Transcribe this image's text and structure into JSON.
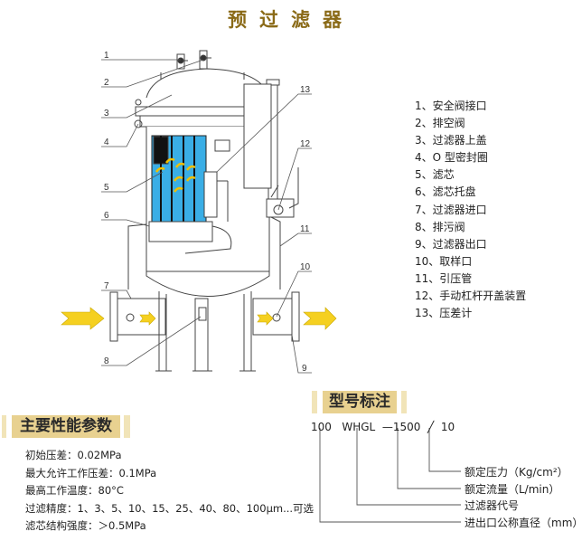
{
  "title": "预过滤器",
  "callout_numbers": [
    "1",
    "2",
    "3",
    "4",
    "5",
    "6",
    "7",
    "8",
    "9",
    "10",
    "11",
    "12",
    "13"
  ],
  "legend": [
    "1、安全阀接口",
    "2、排空阀",
    "3、过滤器上盖",
    "4、O 型密封圈",
    "5、滤芯",
    "6、滤芯托盘",
    "7、过滤器进口",
    "8、排污阀",
    "9、过滤器出口",
    "10、取样口",
    "11、引压管",
    "12、手动杠杆开盖装置",
    "13、压差计"
  ],
  "performance": {
    "heading": "主要性能参数",
    "items": [
      "初始压差：0.02MPa",
      "最大允许工作压差：0.1MPa",
      "最高工作温度：80°C",
      "过滤精度：1、3、5、10、15、25、40、80、100μm...可选",
      "滤芯结构强度：＞0.5MPa"
    ]
  },
  "model": {
    "heading": "型号标注",
    "code": "100   WHGL  —1500  ╱  10",
    "descriptions": [
      "额定压力（Kg/cm²）",
      "额定流量（L/min）",
      "过滤器代号",
      "进出口公称直径（mm）"
    ]
  },
  "colors": {
    "title": "#8a6a17",
    "header_box": "#e8d190",
    "header_bar": "#f1e4b8",
    "filter_blue": "#3aaee6",
    "arrow_yellow": "#f5d020"
  }
}
